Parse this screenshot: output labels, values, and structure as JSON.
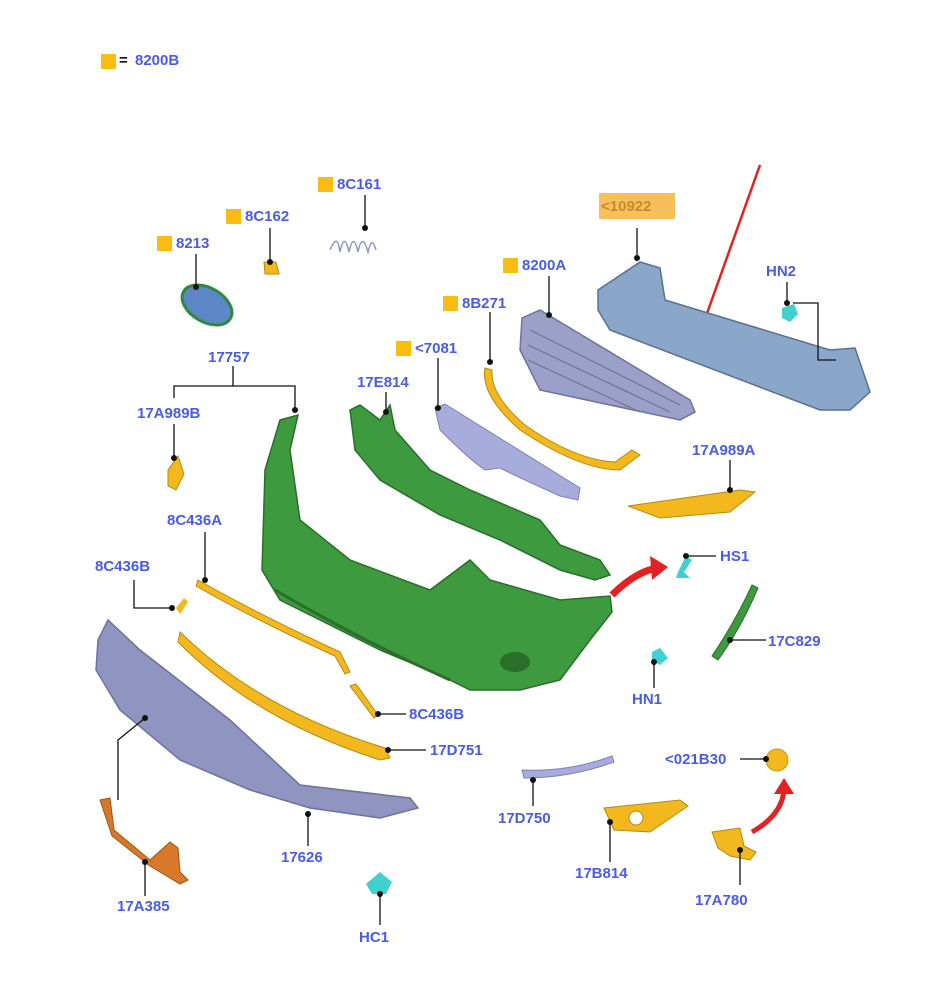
{
  "legend": {
    "swatch_color": "#f9bd12",
    "equals": "=",
    "part": "8200B"
  },
  "highlighted_label": {
    "text": "<10922",
    "color": "#f5b94a"
  },
  "labels": {
    "p8213": "8213",
    "p8C162": "8C162",
    "p8C161": "8C161",
    "p8200A": "8200A",
    "p8B271": "8B271",
    "p7081": "<7081",
    "p17E814": "17E814",
    "p17757": "17757",
    "p17A989B": "17A989B",
    "p17A989A": "17A989A",
    "pHN2": "HN2",
    "pHS1": "HS1",
    "pHN1": "HN1",
    "p17C829": "17C829",
    "p8C436A": "8C436A",
    "p8C436B_top": "8C436B",
    "p8C436B_bot": "8C436B",
    "p17D751": "17D751",
    "p17D750": "17D750",
    "p021B30": "<021B30",
    "p17B814": "17B814",
    "p17A780": "17A780",
    "p17626": "17626",
    "p17A385": "17A385",
    "pHC1": "HC1"
  },
  "colors": {
    "label": "#4a5be8",
    "bumper": "#3e9a3e",
    "yellow": "#f2b81e",
    "grey": "#8f95c0",
    "cyan": "#3fd0cf",
    "orange": "#d8782a",
    "arrow": "#e52020"
  }
}
